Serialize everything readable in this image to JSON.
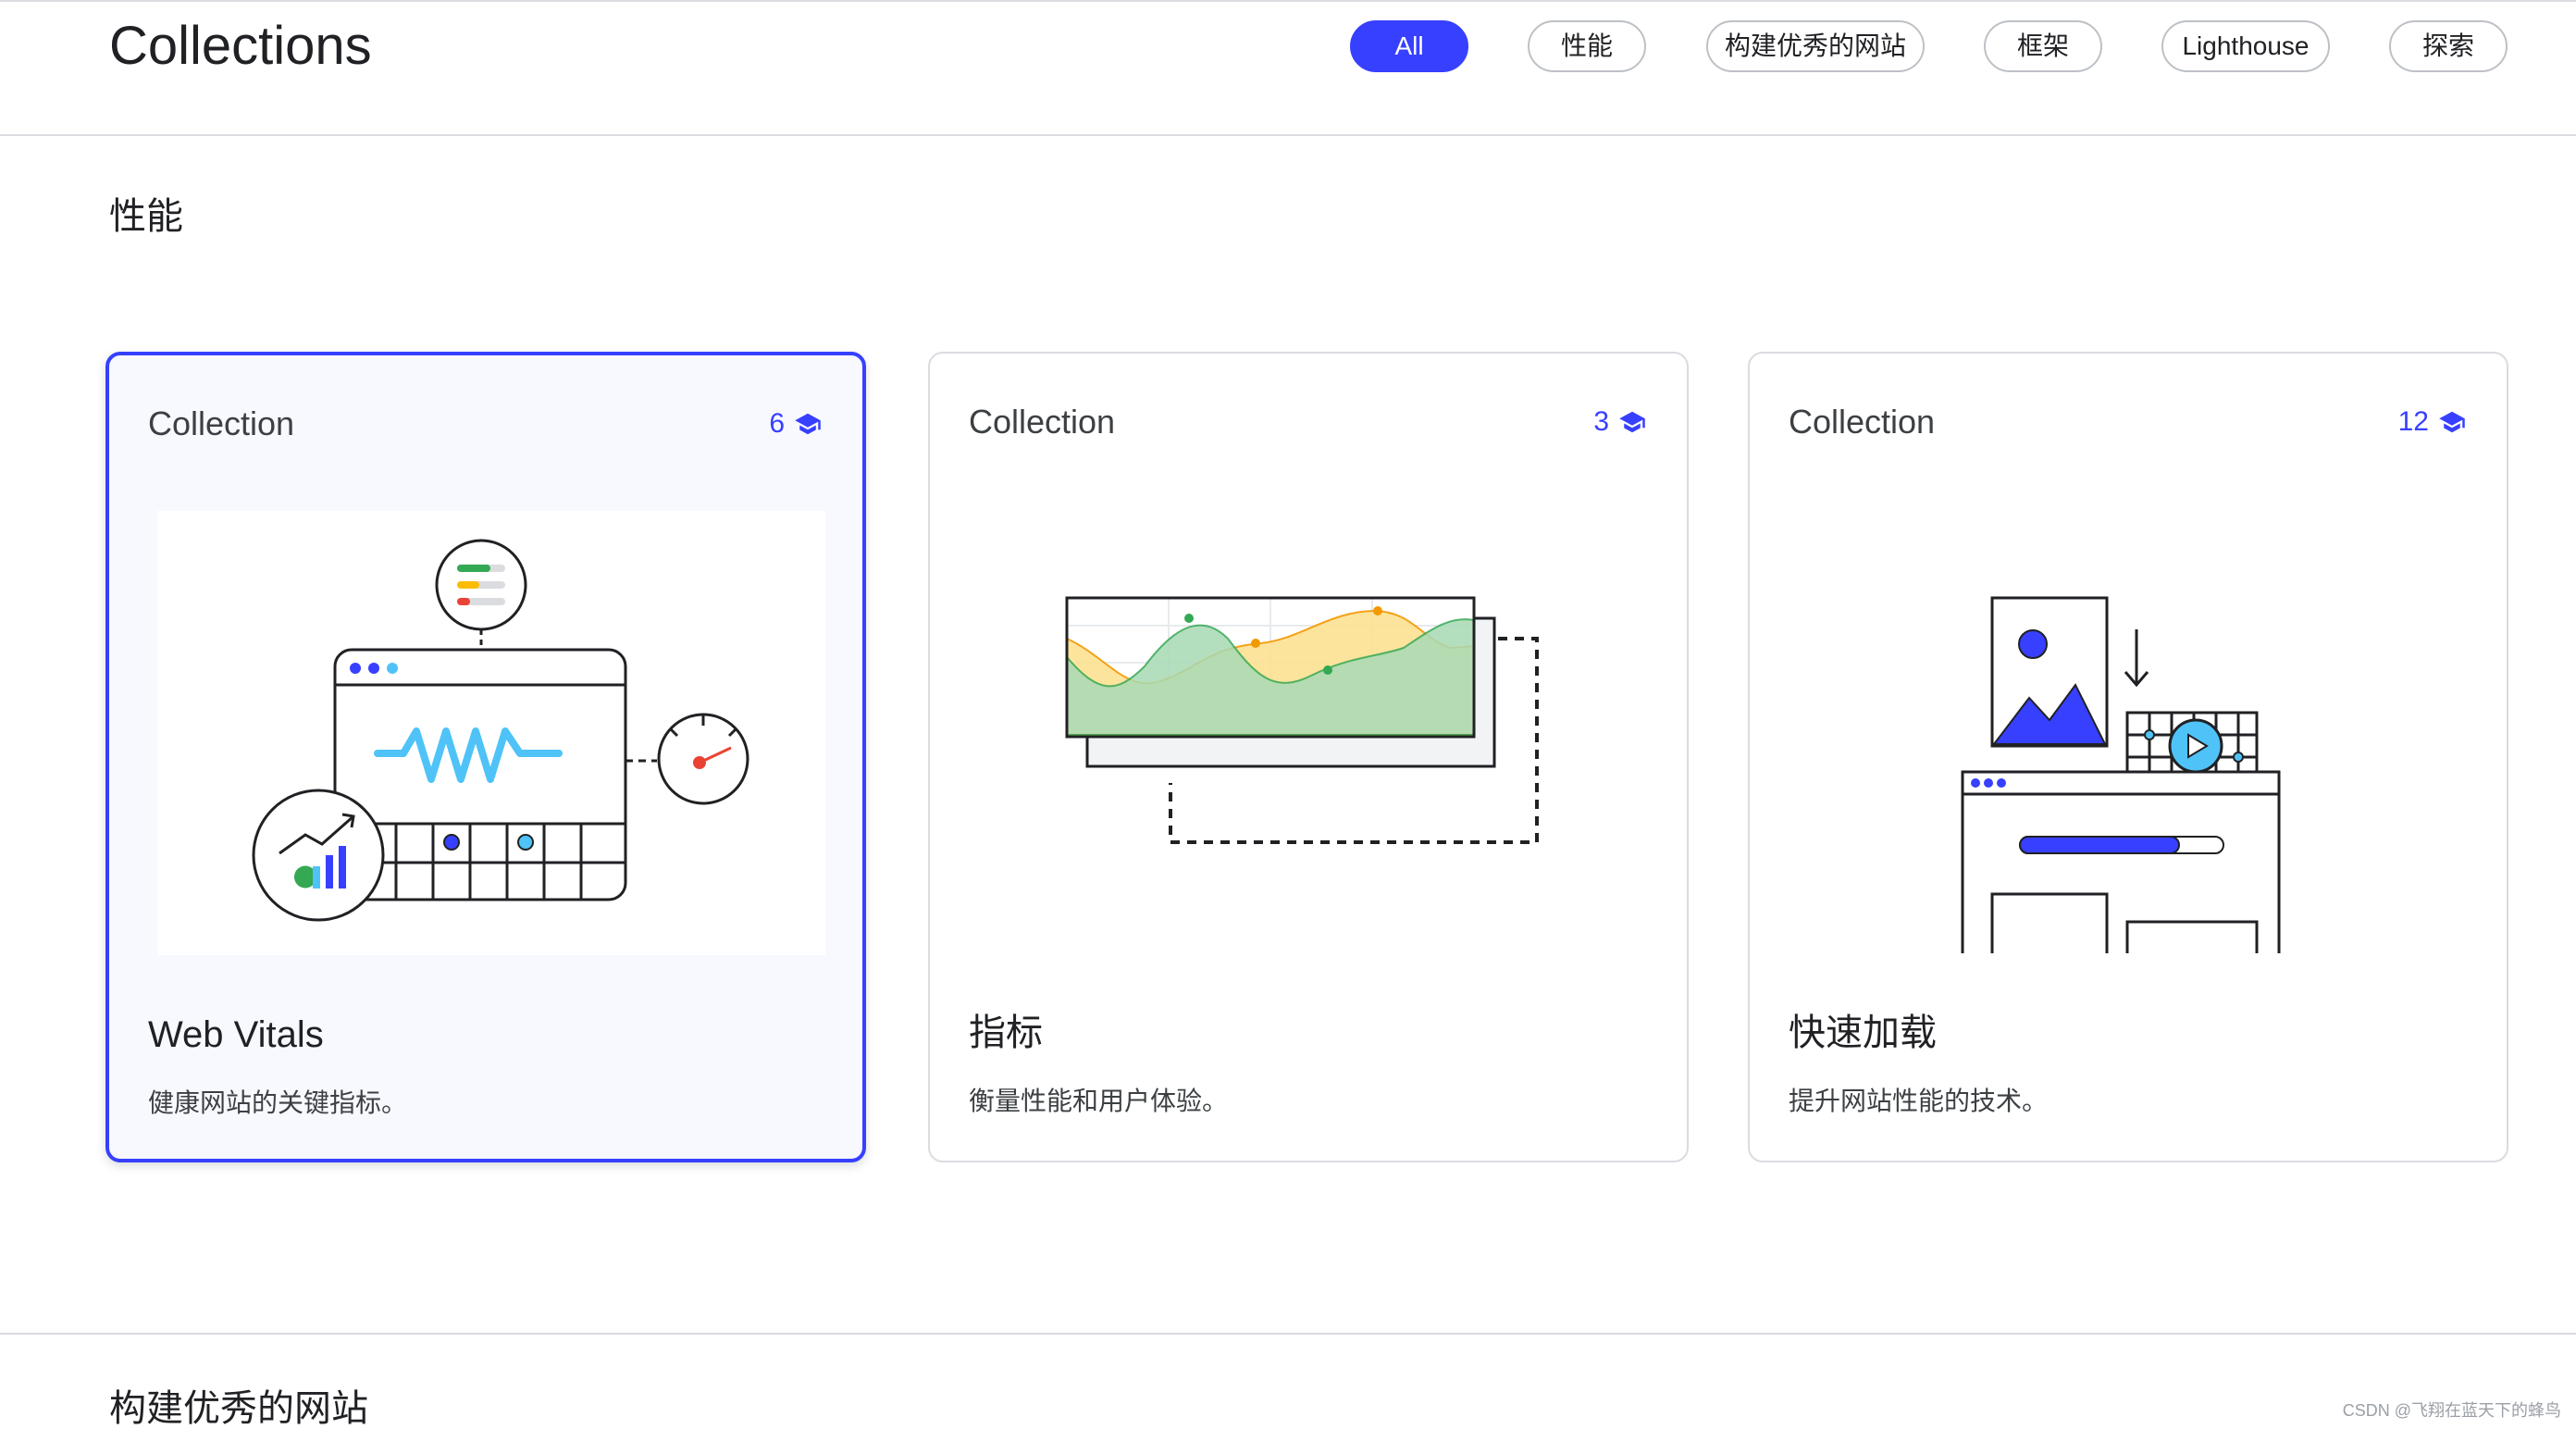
{
  "header": {
    "title": "Collections",
    "filters": [
      {
        "label": "All",
        "active": true
      },
      {
        "label": "性能",
        "active": false
      },
      {
        "label": "构建优秀的网站",
        "active": false
      },
      {
        "label": "框架",
        "active": false
      },
      {
        "label": "Lighthouse",
        "active": false
      },
      {
        "label": "探索",
        "active": false
      }
    ]
  },
  "sections": [
    {
      "title": "性能",
      "cards": [
        {
          "kicker": "Collection",
          "count": "6",
          "title": "Web Vitals",
          "description": "健康网站的关键指标。",
          "icon": "graduation-cap-icon",
          "art": "web-vitals-illustration",
          "selected": true
        },
        {
          "kicker": "Collection",
          "count": "3",
          "title": "指标",
          "description": "衡量性能和用户体验。",
          "icon": "graduation-cap-icon",
          "art": "metrics-chart-illustration",
          "selected": false
        },
        {
          "kicker": "Collection",
          "count": "12",
          "title": "快速加载",
          "description": "提升网站性能的技术。",
          "icon": "graduation-cap-icon",
          "art": "fast-load-illustration",
          "selected": false
        }
      ]
    },
    {
      "title": "构建优秀的网站"
    }
  ],
  "watermark": "CSDN @飞翔在蓝天下的蜂鸟",
  "colors": {
    "accent": "#3740ff",
    "border": "#dadce0",
    "text": "#202124",
    "muted": "#3c4043",
    "green": "#34a853",
    "yellow": "#fbbc04",
    "red": "#ea4335",
    "light_blue": "#4fc3f7"
  }
}
